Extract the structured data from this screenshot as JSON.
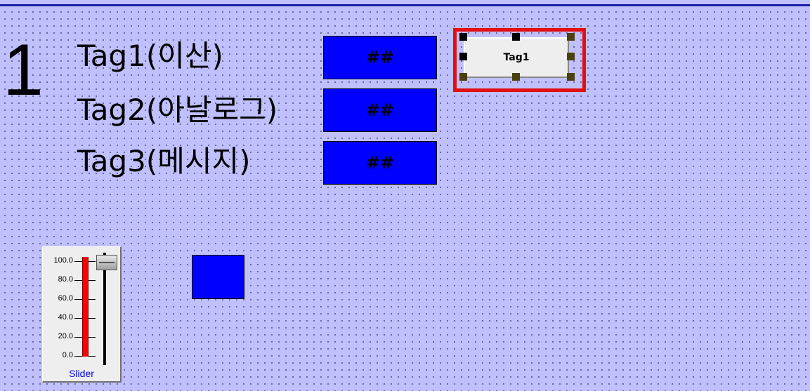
{
  "screen_number": "1",
  "tags": [
    {
      "label": "Tag1(이산)",
      "value": "##"
    },
    {
      "label": "Tag2(아날로그)",
      "value": "##"
    },
    {
      "label": "Tag3(메시지)",
      "value": "##"
    }
  ],
  "selected_button": {
    "label": "Tag1"
  },
  "slider": {
    "caption": "Slider",
    "ticks": [
      "100.0",
      "80.0",
      "60.0",
      "40.0",
      "20.0",
      "0.0"
    ],
    "value_fraction": 1.0
  },
  "colors": {
    "background": "#c0c0ff",
    "value_box": "#0000ff",
    "selection": "#e01010",
    "slider_bar": "#ff0000"
  }
}
